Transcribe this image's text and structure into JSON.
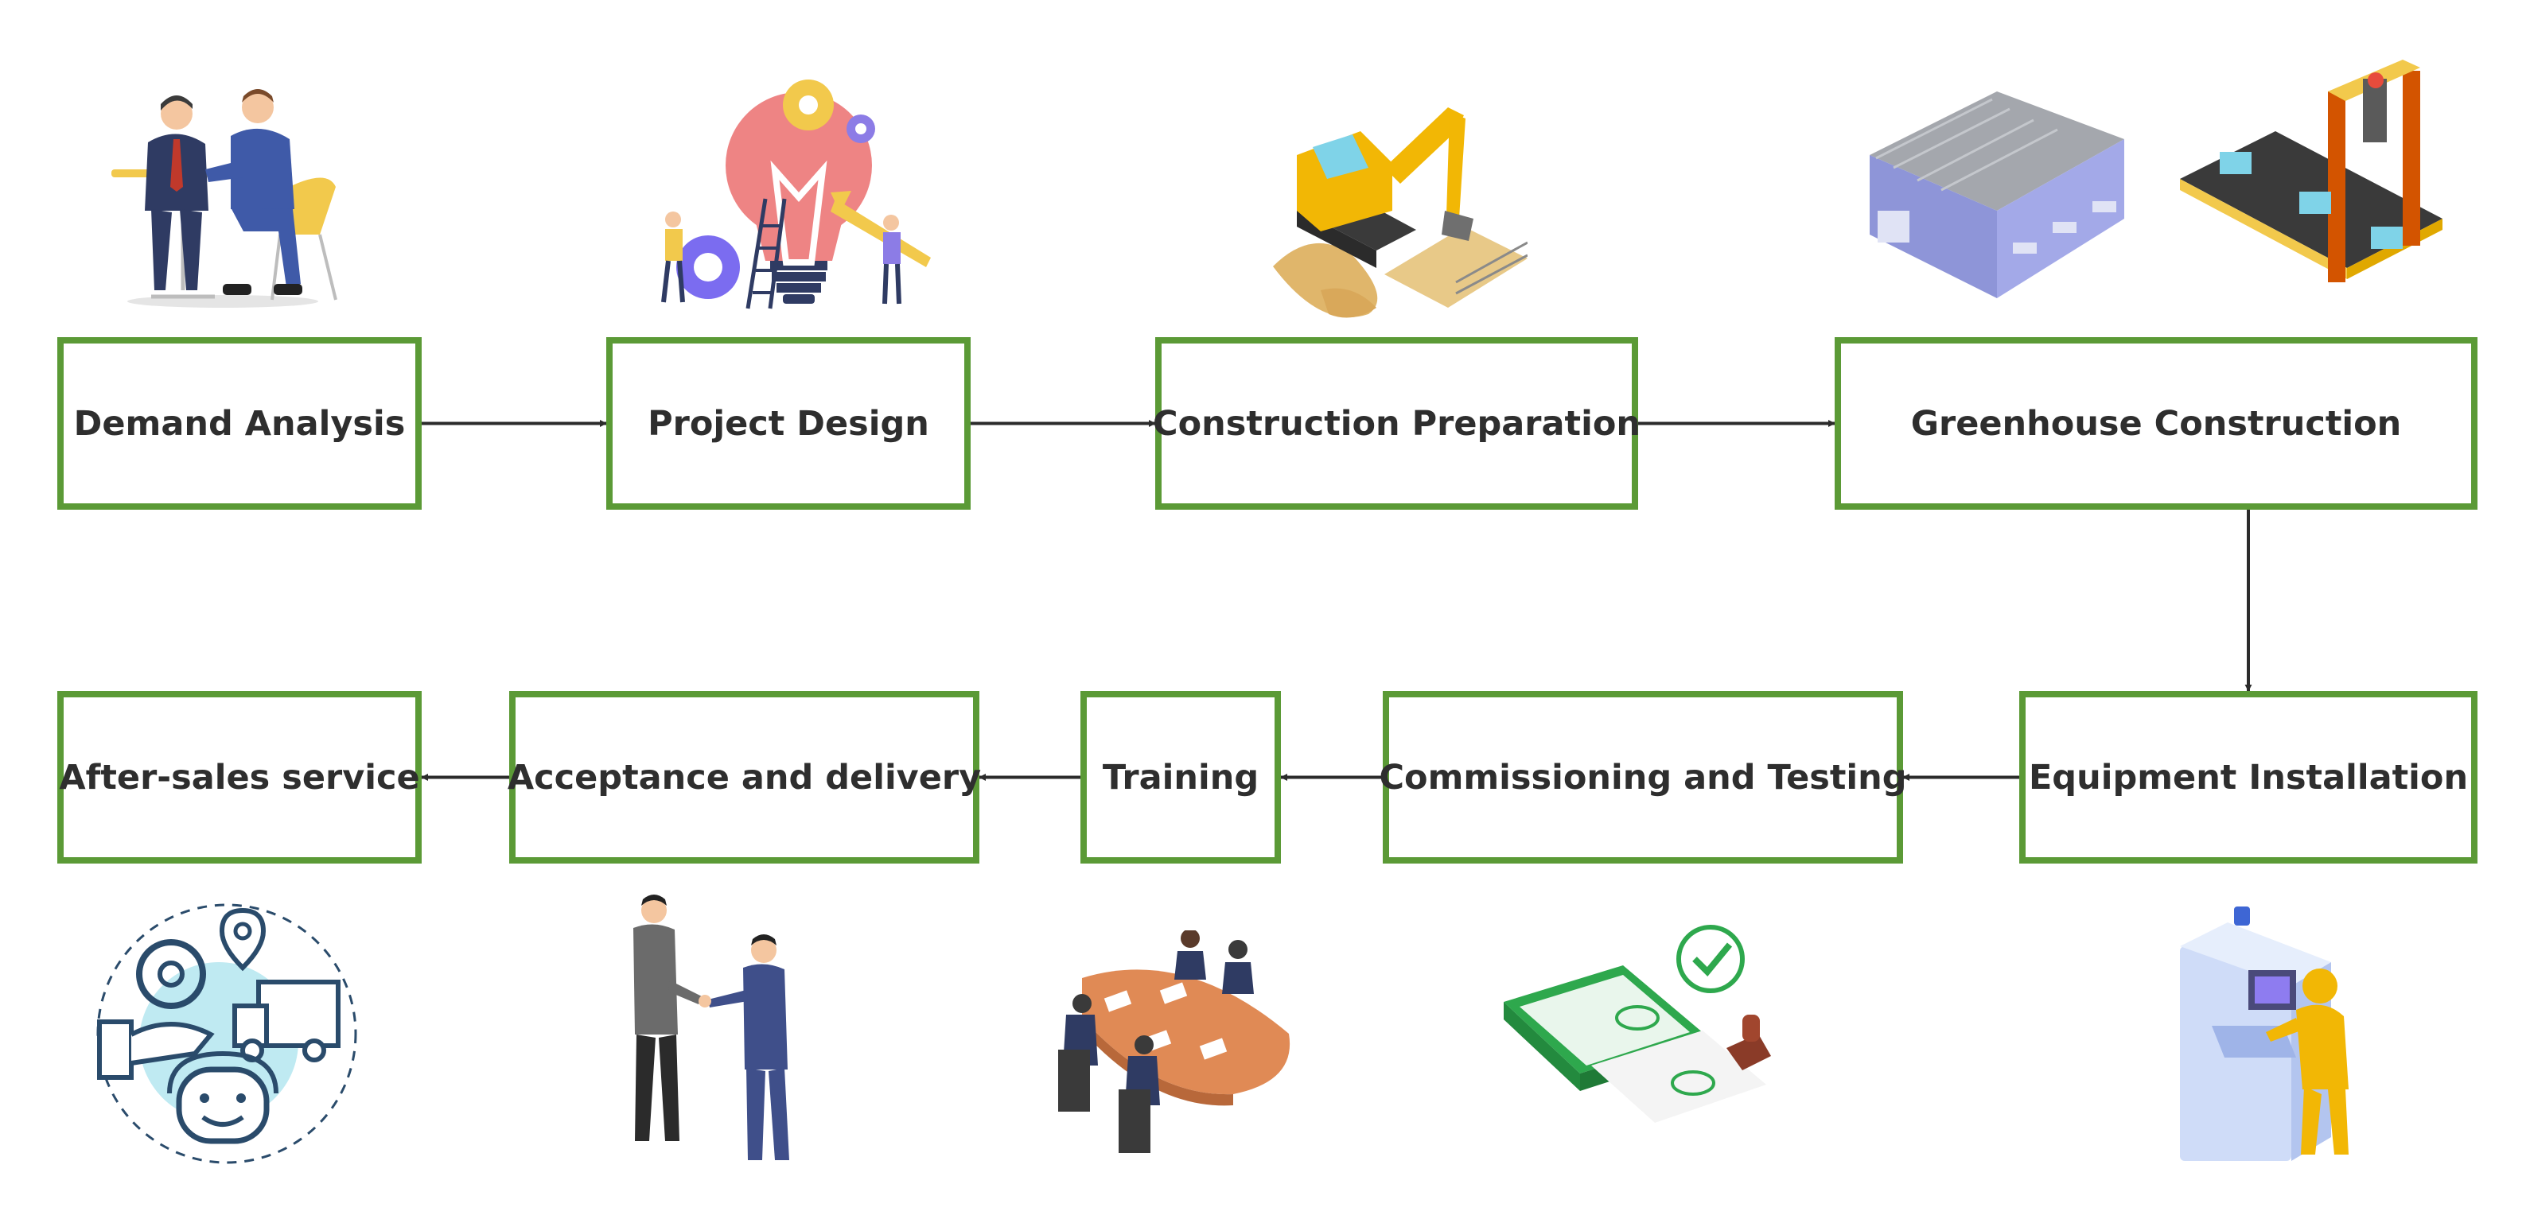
{
  "diagram": {
    "type": "flowchart",
    "colors": {
      "node_border": "#5b9a36",
      "node_text": "#2e2e2e",
      "arrow": "#2b2b2b"
    },
    "nodes": [
      {
        "id": "demand",
        "label": "Demand Analysis",
        "illustration": "business-meeting-illustration"
      },
      {
        "id": "design",
        "label": "Project Design",
        "illustration": "lightbulb-gears-illustration"
      },
      {
        "id": "prep",
        "label": "Construction Preparation",
        "illustration": "excavator-illustration"
      },
      {
        "id": "greenhouse",
        "label": "Greenhouse Construction",
        "illustration": "warehouse-and-conveyor-illustration"
      },
      {
        "id": "equipment",
        "label": "Equipment Installation",
        "illustration": "technician-at-machine-illustration"
      },
      {
        "id": "commissioning",
        "label": "Commissioning and Testing",
        "illustration": "approved-documents-stamp-illustration"
      },
      {
        "id": "training",
        "label": "Training",
        "illustration": "conference-table-illustration"
      },
      {
        "id": "acceptance",
        "label": "Acceptance and delivery",
        "illustration": "handshake-illustration"
      },
      {
        "id": "aftersales",
        "label": "After-sales service",
        "illustration": "customer-support-icon"
      }
    ],
    "edges": [
      {
        "from": "demand",
        "to": "design"
      },
      {
        "from": "design",
        "to": "prep"
      },
      {
        "from": "prep",
        "to": "greenhouse"
      },
      {
        "from": "greenhouse",
        "to": "equipment"
      },
      {
        "from": "equipment",
        "to": "commissioning"
      },
      {
        "from": "commissioning",
        "to": "training"
      },
      {
        "from": "training",
        "to": "acceptance"
      },
      {
        "from": "acceptance",
        "to": "aftersales"
      }
    ]
  }
}
